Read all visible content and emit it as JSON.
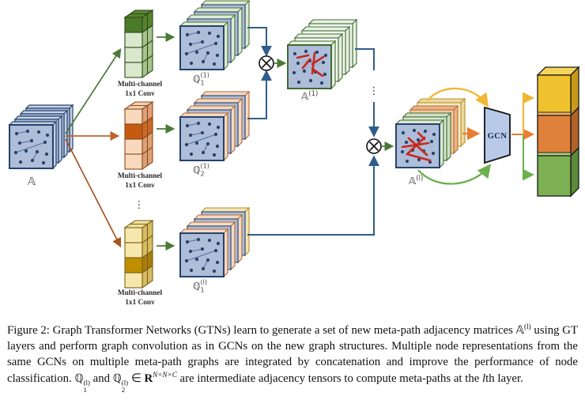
{
  "figure": {
    "labels": {
      "input": {
        "base": "𝔸"
      },
      "conv": {
        "line1": "Multi-channel",
        "line2": "1x1 Conv"
      },
      "q11": {
        "base": "ℚ",
        "sub": "1",
        "sup": "(1)"
      },
      "q21": {
        "base": "ℚ",
        "sub": "2",
        "sup": "(1)"
      },
      "q1l": {
        "base": "ℚ",
        "sub": "1",
        "sup": "(l)"
      },
      "a1": {
        "base": "𝔸",
        "sup": "(1)"
      },
      "al": {
        "base": "𝔸",
        "sup": "(l)"
      },
      "gcn": "GCN",
      "ellipsis": "⋮",
      "otimes_icon": "⊗"
    },
    "colors": {
      "matrix_fill": "#aebdd8",
      "matrix_border": "#24436e",
      "node": "#24436e",
      "green_accent": "#4a7a3a",
      "green_dark": "#4c7a2b",
      "green_light": "#d9e8cc",
      "orange_dark": "#c55a11",
      "orange_light": "#f8d9bd",
      "gold_dark": "#bf8f00",
      "gold_light": "#f6e8ac",
      "line_blue": "#2e5f8a",
      "red_edge": "#c8281e",
      "arrow_orange_branch": "#c0622d",
      "arrow_brown_branch": "#a85420",
      "gcn_fill": "#b9c9e8",
      "arrow_yellow": "#f2b632",
      "arrow_orange": "#e87d2f",
      "arrow_green": "#6ab04c",
      "block_yellow": "#efc12f",
      "block_orange": "#e0813b",
      "block_green": "#7cb053"
    }
  },
  "caption": {
    "p1": "Figure 2: Graph Transformer Networks (GTNs) learn to generate a set of new meta-path adjacency matrices ",
    "m1": {
      "base": "𝔸",
      "sup": "(l)"
    },
    "p2": " using GT layers and perform graph convolution as in GCNs on the new graph structures. Multiple node representations from the same GCNs on multiple meta-path graphs are integrated by concatenation and improve the performance of node classification. ",
    "m2": {
      "base": "ℚ",
      "sub": "1",
      "sup": "(l)"
    },
    "p3": " and ",
    "m3": {
      "base": "ℚ",
      "sub": "2",
      "sup": "(l)"
    },
    "p4": " ∈ ",
    "m4": {
      "base": "R",
      "sup": "N×N×C"
    },
    "p5": " are intermediate adjacency tensors to compute meta-paths at the ",
    "m5": "l",
    "p6": "th layer."
  }
}
